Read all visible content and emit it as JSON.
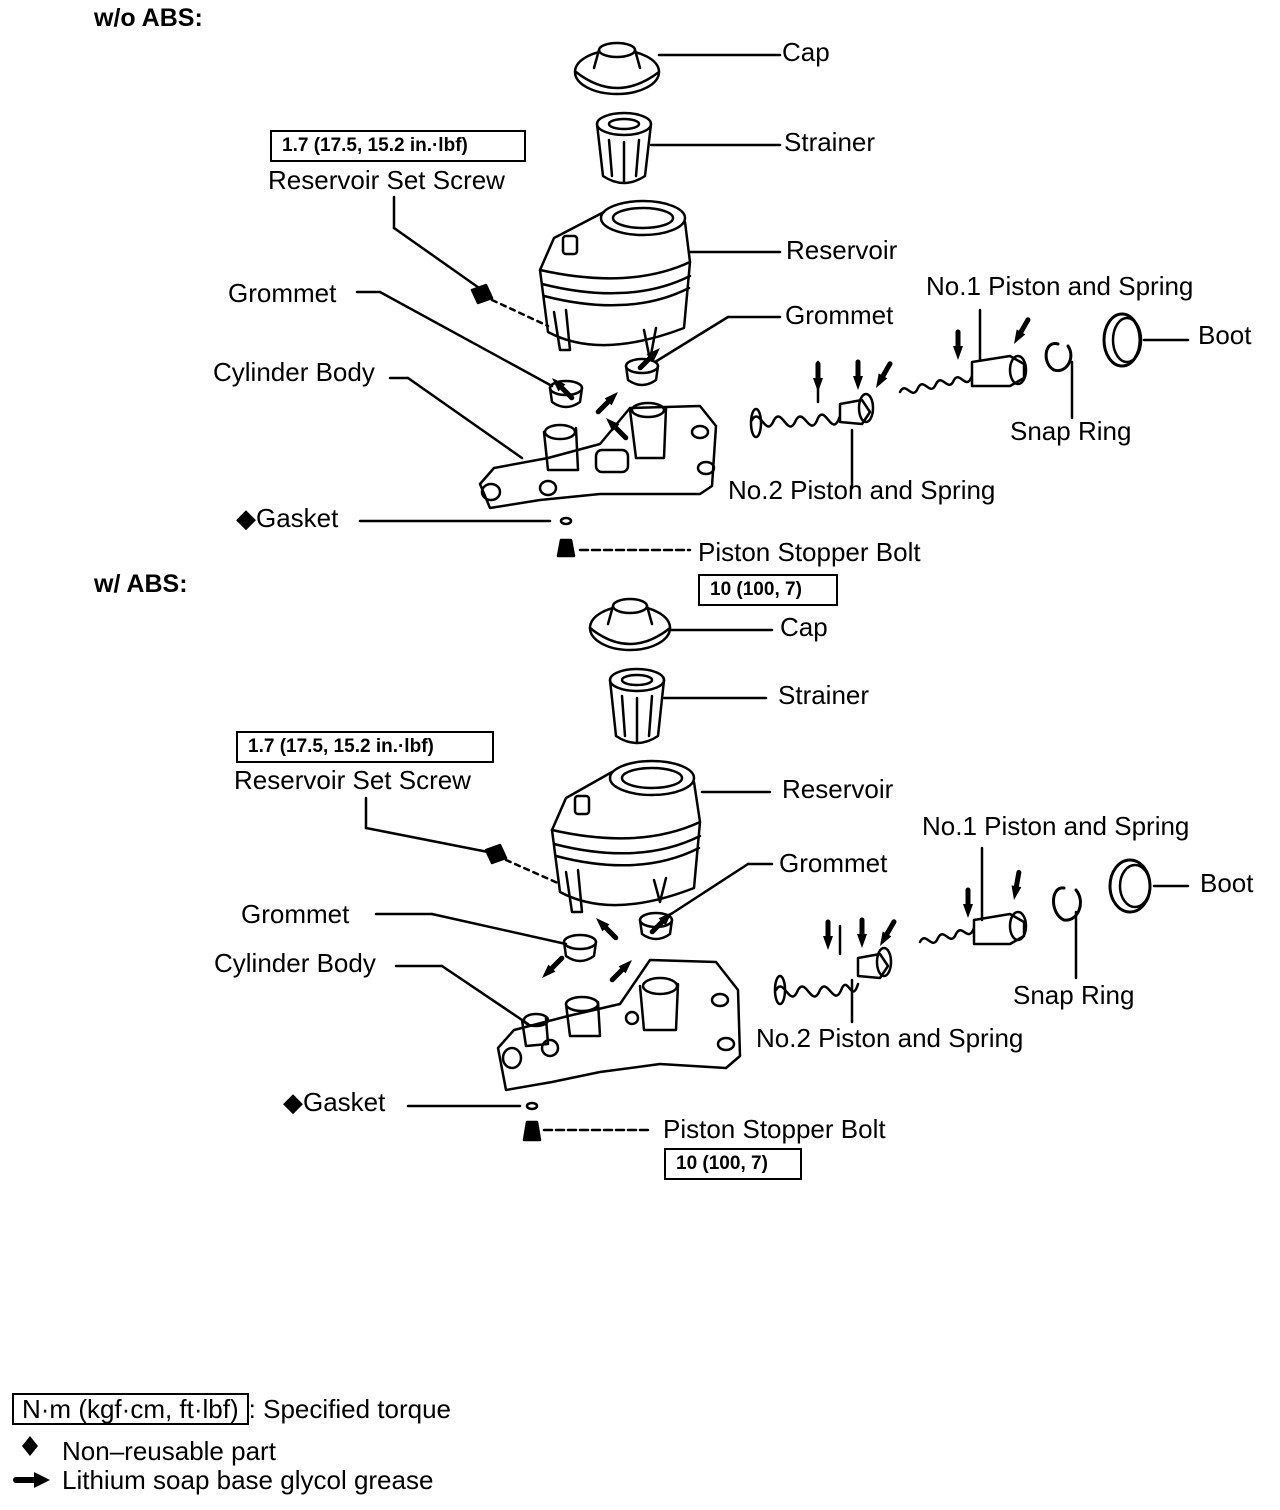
{
  "sections": [
    {
      "heading": "w/o ABS:",
      "labels": {
        "cap": "Cap",
        "strainer": "Strainer",
        "reservoir_set_screw": "Reservoir Set Screw",
        "reservoir": "Reservoir",
        "grommet_left": "Grommet",
        "grommet_right": "Grommet",
        "no1_piston": "No.1 Piston and Spring",
        "boot": "Boot",
        "cylinder_body": "Cylinder Body",
        "snap_ring": "Snap Ring",
        "no2_piston": "No.2 Piston and Spring",
        "gasket": "◆Gasket",
        "piston_stopper_bolt": "Piston Stopper Bolt"
      },
      "torque_screw": "1.7 (17.5, 15.2 in.·lbf)",
      "torque_bolt": "10 (100, 7)"
    },
    {
      "heading": "w/ ABS:",
      "labels": {
        "cap": "Cap",
        "strainer": "Strainer",
        "reservoir_set_screw": "Reservoir Set Screw",
        "reservoir": "Reservoir",
        "grommet_left": "Grommet",
        "grommet_right": "Grommet",
        "no1_piston": "No.1 Piston and Spring",
        "boot": "Boot",
        "cylinder_body": "Cylinder Body",
        "snap_ring": "Snap Ring",
        "no2_piston": "No.2 Piston and Spring",
        "gasket": "◆Gasket",
        "piston_stopper_bolt": "Piston Stopper Bolt"
      },
      "torque_screw": "1.7 (17.5, 15.2 in.·lbf)",
      "torque_bolt": "10 (100, 7)"
    }
  ],
  "legend": {
    "torque_unit": "N·m (kgf·cm, ft·lbf)",
    "torque_text": ": Specified torque",
    "nonreusable_text": "Non–reusable part",
    "grease_text": "Lithium soap base glycol grease"
  }
}
